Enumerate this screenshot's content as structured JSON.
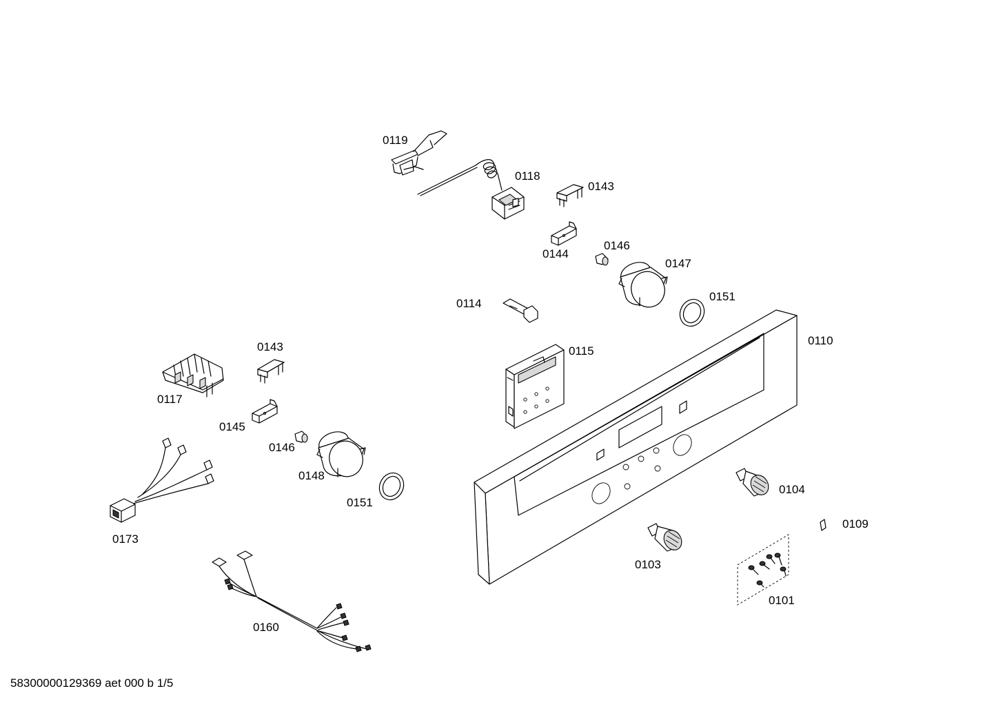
{
  "diagram": {
    "footer_code": "58300000129369 aet 000 b 1/5",
    "part_labels": {
      "p0119": "0119",
      "p0118": "0118",
      "p0143_top": "0143",
      "p0144": "0144",
      "p0146_top": "0146",
      "p0147": "0147",
      "p0151_top": "0151",
      "p0114": "0114",
      "p0110": "0110",
      "p0115": "0115",
      "p0143_left": "0143",
      "p0117": "0117",
      "p0145": "0145",
      "p0146_left": "0146",
      "p0148": "0148",
      "p0151_left": "0151",
      "p0173": "0173",
      "p0104": "0104",
      "p0109": "0109",
      "p0103": "0103",
      "p0101": "0101",
      "p0160": "0160"
    }
  }
}
